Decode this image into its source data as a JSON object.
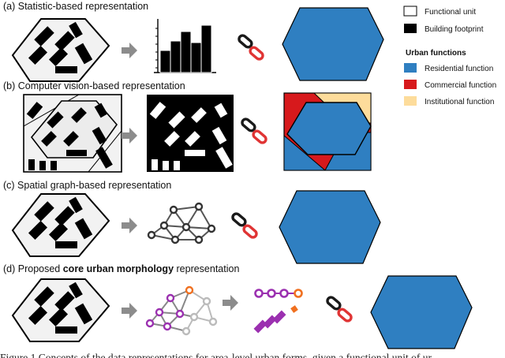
{
  "rows": [
    {
      "prefix": "(a) Statistic-based representation",
      "bold": "",
      "suffix": ""
    },
    {
      "prefix": "(b) Computer vision-based representation",
      "bold": "",
      "suffix": ""
    },
    {
      "prefix": "(c) Spatial graph-based representation",
      "bold": "",
      "suffix": ""
    },
    {
      "prefix": "(d) Proposed ",
      "bold": "core urban morphology",
      "suffix": " representation"
    }
  ],
  "legend": {
    "functional_unit": "Functional unit",
    "building_footprint": "Building footprint",
    "urban_functions_heading": "Urban functions",
    "residential": "Residential function",
    "commercial": "Commercial function",
    "institutional": "Institutional function"
  },
  "caption": "Figure 1 Concepts of the data representations for area-level urban forms, given a functional unit of ur",
  "colors": {
    "residential": "#2f7fc1",
    "commercial": "#d7191c",
    "institutional": "#fddc9b",
    "unit_fill": "#f2f2f2",
    "building": "#000000",
    "arrow": "#8c8c8c",
    "node_purple": "#9b30b0",
    "node_orange": "#f07020"
  }
}
